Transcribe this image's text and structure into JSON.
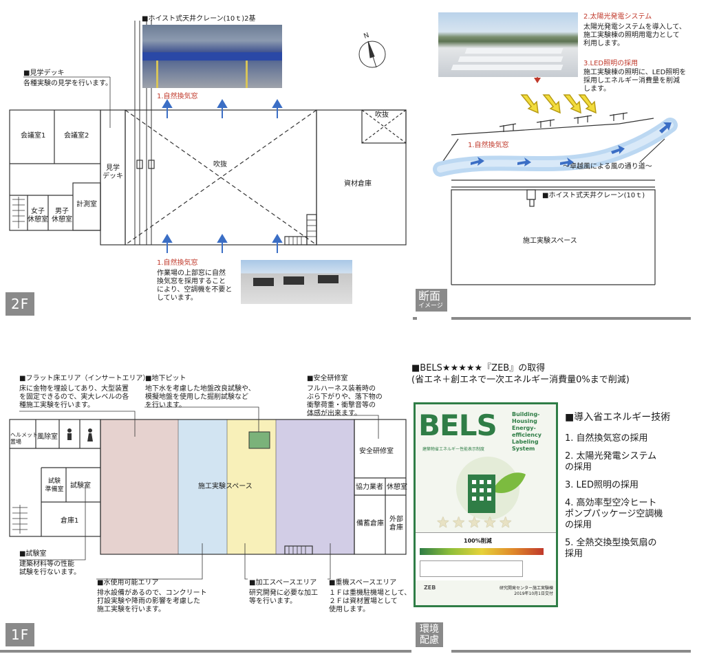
{
  "floor2": {
    "badge": "2F",
    "crane_label": "■ホイスト式天井クレーン(10ｔ)2基",
    "deck_head": "■見学デッキ",
    "deck_desc": "各種実験の見学を行います。",
    "vent_top": "1.自然換気窓",
    "vent_bottom": "1.自然換気窓",
    "vent_desc": "作業場の上部窓に自然\n換気窓を採用すること\nにより、空調機を不要と\nしています。",
    "rooms": {
      "meeting1": "会議室1",
      "meeting2": "会議室2",
      "deck": "見学\nデッキ",
      "atrium": "吹抜",
      "atrium_small": "吹抜",
      "storage": "資材倉庫",
      "measure": "計測室",
      "women": "女子\n休憩室",
      "men": "男子\n休憩室"
    }
  },
  "section": {
    "badge": "断面",
    "badge_sub": "イメージ",
    "solar_head": "2.太陽光発電システム",
    "solar_desc": "太陽光発電システムを導入して、\n施工実験棟の照明用電力として\n利用します。",
    "led_head": "3.LED照明の採用",
    "led_desc": "施工実験棟の照明に、LED照明を\n採用しエネルギー消費量を削減\nします。",
    "vent": "1.自然換気窓",
    "wind": "～卓越風による風の通り道～",
    "crane": "■ホイスト式天井クレーン(10ｔ)",
    "space": "施工実験スペース"
  },
  "floor1": {
    "badge": "1F",
    "flat_head": "■フラット床エリア（インサートエリア）",
    "flat_desc": "床に金物を埋設してあり、大型装置\nを固定できるので、実大レベルの各\n種施工実験を行います。",
    "pit_head": "■地下ピット",
    "pit_desc": "地下水を考慮した地盤改良試験や、\n模擬地盤を使用した掘削試験など\nを行います。",
    "safety_head": "■安全研修室",
    "safety_desc": "フルハーネス装着時の\nぶら下がりや、落下物の\n衝撃荷重・衝撃音等の\n体感が出来ます。",
    "lab_head": "■試験室",
    "lab_desc": "建築材料等の性能\n試験を行ないます。",
    "water_head": "■水使用可能エリア",
    "water_desc": "排水設備があるので、コンクリート\n打設実験や降雨の影響を考慮した\n施工実験を行います。",
    "process_head": "■加工スペースエリア",
    "process_desc": "研究開発に必要な加工\n等を行います。",
    "heavy_head": "■重機スペースエリア",
    "heavy_desc": "１Ｆは重機駐機場として、\n２Ｆは資材置場として\n使用します。",
    "rooms": {
      "helmet": "ヘルメット\n置場",
      "dust": "風除室",
      "test_prep": "試験\n準備室",
      "test": "試験室",
      "warehouse1": "倉庫1",
      "space": "施工実験スペース",
      "safety": "安全研修室",
      "partner": "協力業者",
      "rest": "休憩室",
      "stock": "備蓄倉庫",
      "outside_store": "外部\n倉庫"
    }
  },
  "env": {
    "badge": "環境",
    "badge2": "配慮",
    "bels_title": "■BELS★★★★★『ZEB』の取得",
    "bels_sub": "(省エネ＋創エネで一次エネルギー消費量0%まで削減)",
    "feat_head": "■導入省エネルギー技術",
    "features": [
      "1. 自然換気窓の採用",
      "2. 太陽光発電システム\n    の採用",
      "3. LED照明の採用",
      "4. 高効率型空冷ヒート\n    ポンプパッケージ空調機\n    の採用",
      "5. 全熱交換型換気扇の\n    採用"
    ],
    "cert": {
      "logo": "BELS",
      "side": "Building-Housing\nEnergy-efficiency\nLabeling\nSystem",
      "jp": "建築物省エネルギー性能表示制度",
      "stars": "★★★★★",
      "pct": "100%削減",
      "zeb": "ZEB",
      "issuer": "研究開発センター施工実験棟\n2019年10月1日交付"
    }
  },
  "colors": {
    "badge": "#8a8a8a",
    "flat": "#e6d2cf",
    "water": "#d2e4f2",
    "process": "#f8f0b9",
    "heavy": "#d2cde6",
    "arrow": "#3b6ec5",
    "red": "#c0392b",
    "bels_green": "#2f7d46"
  }
}
